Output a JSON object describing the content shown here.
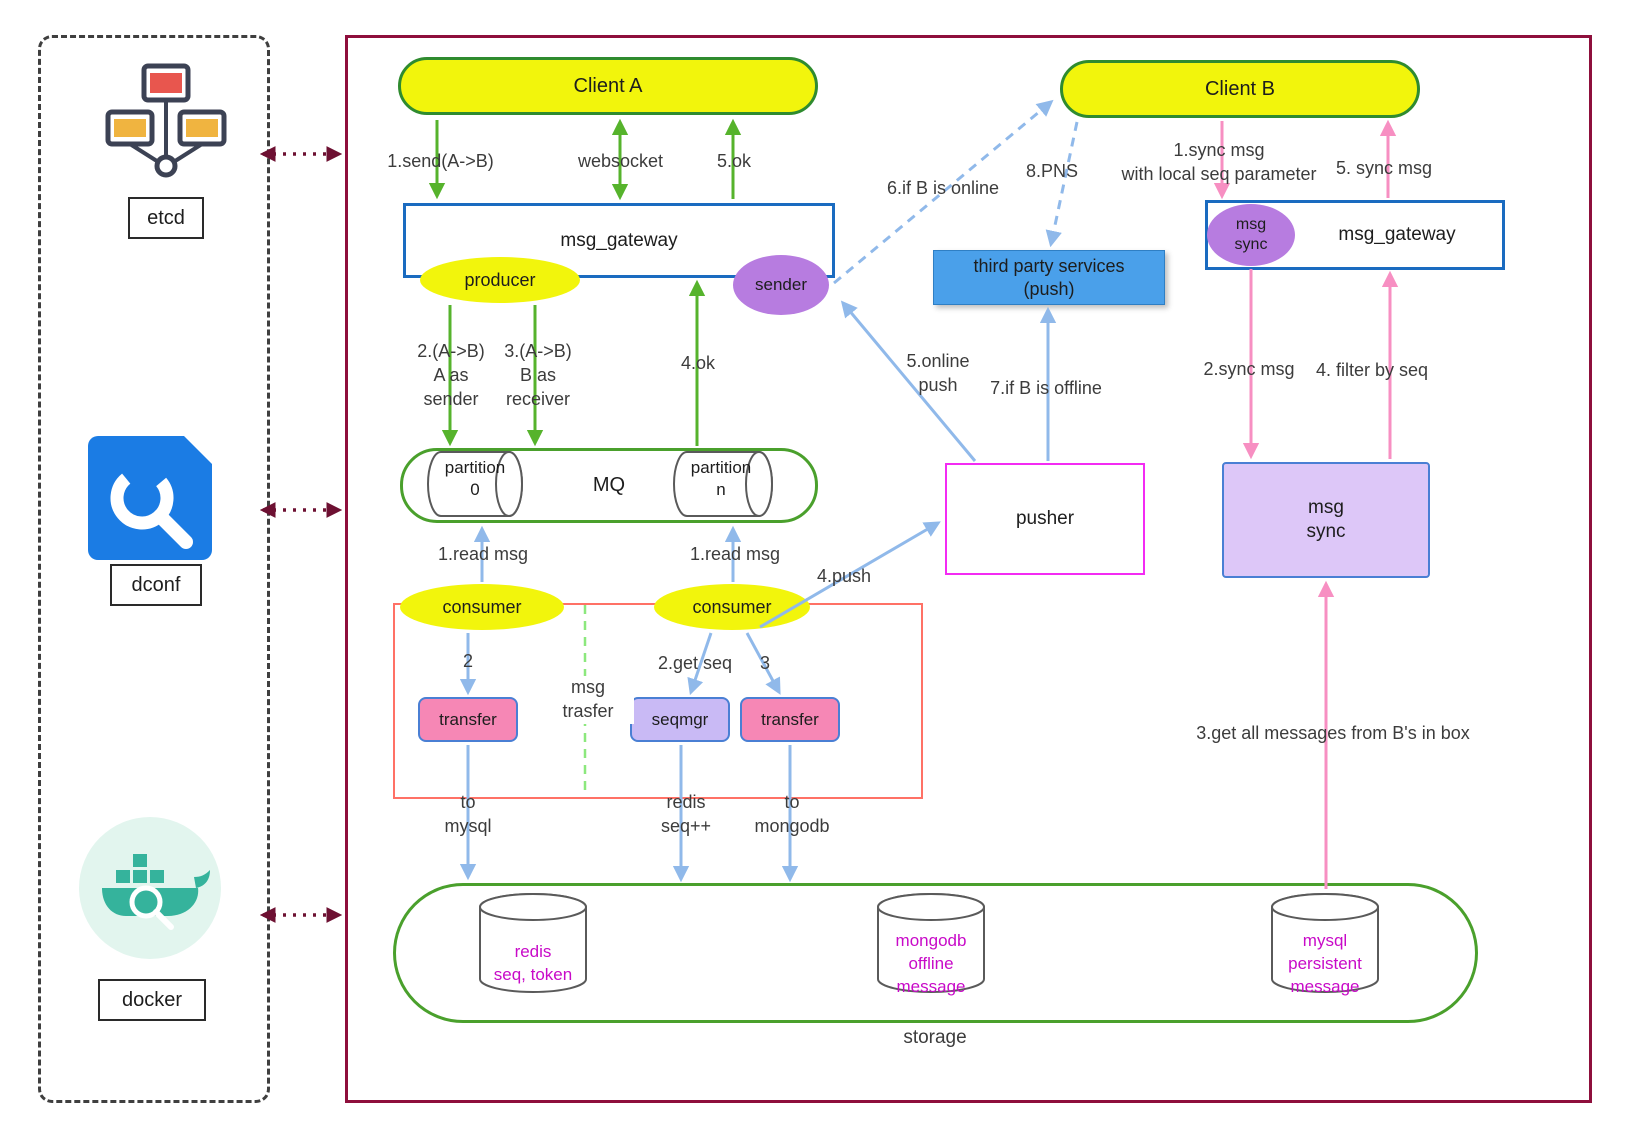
{
  "sidebar": {
    "items": [
      {
        "label": "etcd"
      },
      {
        "label": "dconf"
      },
      {
        "label": "docker"
      }
    ]
  },
  "nodes": {
    "client_a": "Client A",
    "client_b": "Client B",
    "msg_gateway_left": "msg_gateway",
    "msg_gateway_right": "msg_gateway",
    "producer": "producer",
    "sender": "sender",
    "mq": "MQ",
    "partition_0": "partition\n0",
    "partition_n": "partition\nn",
    "consumer_left": "consumer",
    "consumer_right": "consumer",
    "transfer_left": "transfer",
    "seqmgr": "seqmgr",
    "transfer_right": "transfer",
    "pusher": "pusher",
    "third_party": "third party services\n(push)",
    "msg_sync_ellipse": "msg\nsync",
    "msg_sync_box": "msg\nsync",
    "storage": "storage",
    "redis": "redis\nseq, token",
    "mongodb": "mongodb\noffline\nmessage",
    "mysql": "mysql\npersistent\nmessage"
  },
  "edge_labels": {
    "send_ab": "1.send(A->B)",
    "websocket": "websocket",
    "ok5": "5.ok",
    "a_as_sender": "2.(A->B)\nA as\nsender",
    "b_as_receiver": "3.(A->B)\nB as\nreceiver",
    "ok4": "4.ok",
    "read_msg_left": "1.read msg",
    "read_msg_right": "1.read msg",
    "step2": "2",
    "get_seq": "2.get seq",
    "step3": "3",
    "msg_trasfer": "msg\ntrasfer",
    "to_mysql": "to\nmysql",
    "redis_seq": "redis\nseq++",
    "to_mongodb": "to\nmongodb",
    "push4": "4.push",
    "online_push": "5.online\npush",
    "if_b_offline": "7.if B is offline",
    "if_b_online": "6.if B is online",
    "pns": "8.PNS",
    "sync_msg_1": "1.sync msg\nwith local seq parameter",
    "sync_msg_5": "5. sync msg",
    "sync_msg_2": "2.sync msg",
    "filter_by_seq": "4. filter by seq",
    "get_all": "3.get all messages from B's in box"
  },
  "colors": {
    "accent_yellow": "#f2f50c",
    "green_border": "#4aa02c",
    "green_arrow": "#56b32c",
    "blue_border": "#1a6bc0",
    "blue_arrow": "#90b9ea",
    "pink_arrow": "#f78fc2",
    "purple_node": "#b77ce0",
    "pink_node": "#f687b5",
    "lavender_node": "#c9baf5",
    "magenta_border": "#f32bf3",
    "maroon_border": "#8e0f3c",
    "red_box_border": "#ff7166",
    "third_party_fill": "#4aa0ea",
    "db_text_magenta": "#c80ac8"
  }
}
